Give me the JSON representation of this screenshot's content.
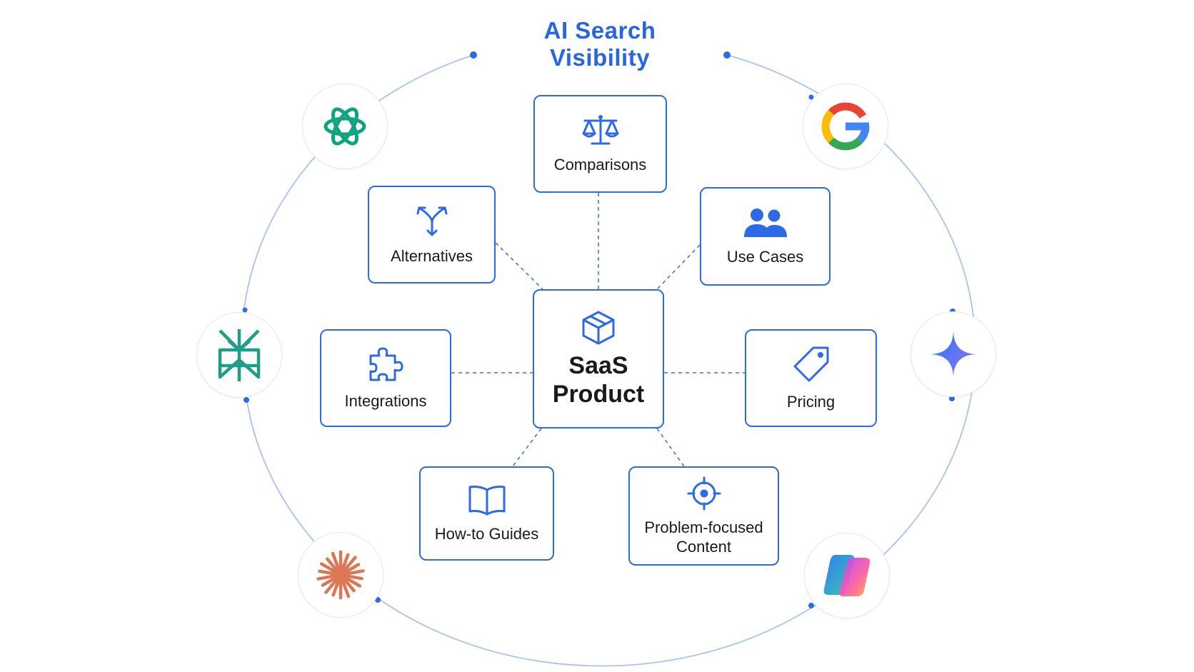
{
  "title": "AI Search Visibility",
  "center": {
    "label": "SaaS Product",
    "icon": "cube-icon"
  },
  "topics": [
    {
      "label": "Comparisons",
      "icon": "scale-icon"
    },
    {
      "label": "Alternatives",
      "icon": "fork-arrows-icon"
    },
    {
      "label": "Use Cases",
      "icon": "users-icon"
    },
    {
      "label": "Integrations",
      "icon": "puzzle-icon"
    },
    {
      "label": "Pricing",
      "icon": "price-tag-icon"
    },
    {
      "label": "How-to Guides",
      "icon": "book-icon"
    },
    {
      "label": "Problem-focused Content",
      "icon": "target-icon"
    }
  ],
  "ai_engines": [
    {
      "icon": "chatgpt-logo-icon",
      "color": "#10a37f"
    },
    {
      "icon": "google-logo-icon",
      "color": "#4285f4"
    },
    {
      "icon": "perplexity-logo-icon",
      "color": "#1f9c8a"
    },
    {
      "icon": "gemini-logo-icon",
      "color": "#4a7cf3"
    },
    {
      "icon": "claude-logo-icon",
      "color": "#d97757"
    },
    {
      "icon": "copilot-logo-icon",
      "color": "#7b4dff"
    }
  ],
  "colors": {
    "accent": "#2d6ae3",
    "title": "#2766e0",
    "connector": "#3b74e6"
  }
}
